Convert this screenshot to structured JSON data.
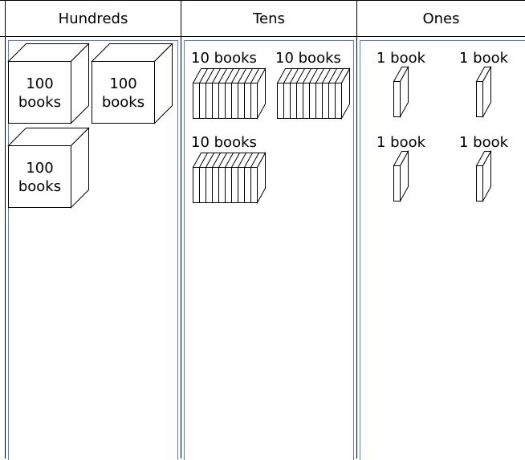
{
  "columns": [
    {
      "id": "hundreds",
      "title": "Hundreds"
    },
    {
      "id": "tens",
      "title": "Tens"
    },
    {
      "id": "ones",
      "title": "Ones"
    }
  ],
  "hundreds": {
    "items": [
      {
        "line1": "100",
        "line2": "books"
      },
      {
        "line1": "100",
        "line2": "books"
      },
      {
        "line1": "100",
        "line2": "books"
      }
    ]
  },
  "tens": {
    "items": [
      {
        "label": "10 books"
      },
      {
        "label": "10 books"
      },
      {
        "label": "10 books"
      }
    ]
  },
  "ones": {
    "items": [
      {
        "label": "1 book"
      },
      {
        "label": "1 book"
      },
      {
        "label": "1 book"
      },
      {
        "label": "1 book"
      }
    ]
  },
  "colors": {
    "grid": "#000000",
    "panel_border": "#4f7fcf",
    "ink": "#000000",
    "background": "#ffffff"
  }
}
